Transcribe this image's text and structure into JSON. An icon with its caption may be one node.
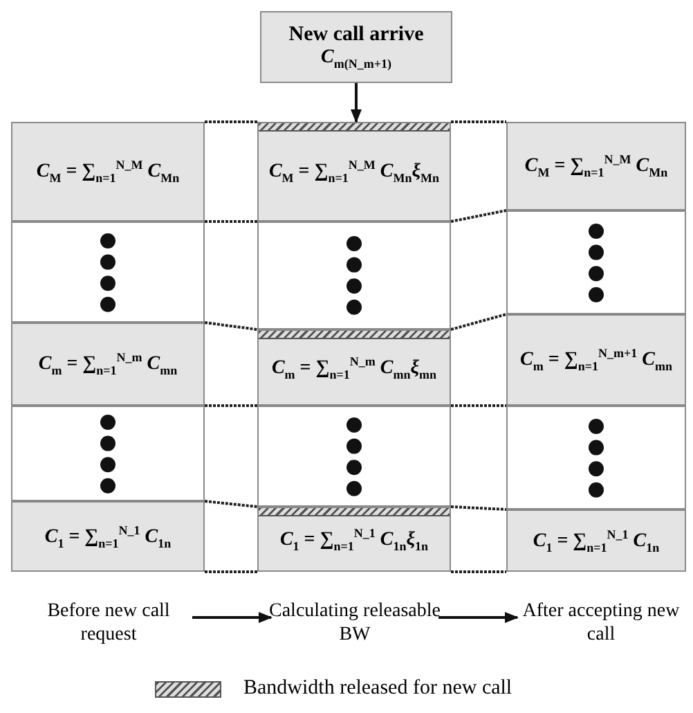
{
  "diagram": {
    "nodes": [
      {
        "text": [
          "New call arrive",
          "*C*$_{m(N_m+1)}$"
        ]
      },
      {
        "text": [
          "*C*$_{M}$ = ∑$_{n=1}$$^{N_M}$ *C*$_{Mn}$"
        ]
      },
      {
        "text": [
          "*C*$_{M}$ = ∑$_{n=1}$$^{N_M}$ *C*$_{Mn}$*ξ*$_{Mn}$"
        ]
      },
      {
        "text": [
          "*C*$_{M}$ = ∑$_{n=1}$$^{N_M}$ *C*$_{Mn}$"
        ]
      },
      {
        "text": [],
        "shape": "box"
      },
      {
        "text": [],
        "shape": "box"
      },
      {
        "text": [],
        "shape": "box"
      },
      {
        "text": [
          "*C*$_{m}$ = ∑$_{n=1}$$^{N_m}$ *C*$_{mn}$"
        ]
      },
      {
        "text": [
          "*C*$_{m}$ = ∑$_{n=1}$$^{N_m}$ *C*$_{mn}$*ξ*$_{mn}$"
        ]
      },
      {
        "text": [
          "*C*$_{m}$ = ∑$_{n=1}$$^{N_m+1}$ *C*$_{mn}$"
        ]
      },
      {
        "text": [],
        "shape": "box"
      },
      {
        "text": [],
        "shape": "box"
      },
      {
        "text": [],
        "shape": "box"
      },
      {
        "text": [
          "*C*$_{1}$ = ∑$_{n=1}$$^{N_1}$ *C*$_{1n}$"
        ]
      },
      {
        "text": [
          "*C*$_{1}$ = ∑$_{n=1}$$^{N_1}$ *C*$_{1n}$*ξ*$_{1n}$"
        ]
      },
      {
        "text": [
          "*C*$_{1}$ = ∑$_{n=1}$$^{N_1}$ *C*$_{1n}$"
        ]
      },
      {
        "text": [
          "Before new call request"
        ]
      },
      {
        "text": [
          "Calculating releasable BW"
        ]
      },
      {
        "text": [
          "After accepting new call"
        ]
      }
    ],
    "edges": [
      {
        "from": 0,
        "to": 2,
        "arrow": "to"
      },
      {
        "from": 16,
        "to": 17,
        "arrow": "to"
      },
      {
        "from": 17,
        "to": 18,
        "arrow": "to"
      }
    ],
    "legend": [
      {
        "text": "Bandwidth released for new call"
      }
    ]
  }
}
